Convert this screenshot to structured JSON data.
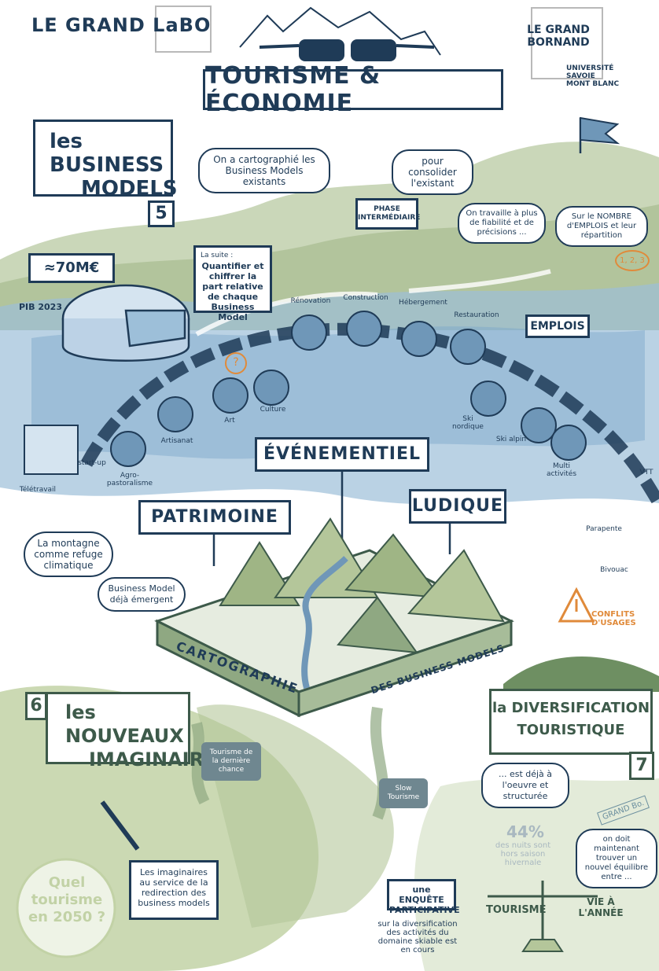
{
  "header": {
    "logo_left": "LE GRAND LaBO",
    "title": "TOURISME & ÉCONOMIE",
    "logo_right_line1": "LE GRAND",
    "logo_right_line2": "BORNAND",
    "university_line1": "UNIVERSITÉ",
    "university_line2": "SAVOIE",
    "university_line3": "MONT BLANC"
  },
  "business_models": {
    "title_line1": "les BUSINESS",
    "title_line2": "MODELS",
    "number": "5",
    "bubble_mapped": "On a cartographié les Business Models existants",
    "bubble_consolidate": "pour consolider l'existant",
    "phase_sign": "PHASE INTERMÉDIAIRE",
    "next_label": "La suite :",
    "next_text": "Quantifier et chiffrer la part relative de chaque Business Model",
    "pie_value": "≈70M€",
    "pie_label": "PIB 2023"
  },
  "employment": {
    "bubble_reliability": "On travaille à plus de fiabilité et de précisions ...",
    "bubble_number": "Sur le NOMBRE d'EMPLOIS et leur répartition",
    "badge": "EMPLOIS",
    "steps": "1, 2, 3"
  },
  "activities": {
    "renovation": "Rénovation",
    "construction": "Construction",
    "hebergement": "Hébergement",
    "restauration": "Restauration",
    "culture": "Culture",
    "art": "Art",
    "artisanat": "Artisanat",
    "startup": "start-up",
    "agro": "Agro-pastoralisme",
    "teletravail": "Télétravail",
    "ski_nordique": "Ski nordique",
    "ski_alpin": "Ski alpin",
    "multi": "Multi activités",
    "vtt": "VTT",
    "parapente": "Parapente",
    "bivouac": "Bivouac",
    "question": "?"
  },
  "categories": {
    "evenementiel": "ÉVÉNEMENTIEL",
    "patrimoine": "PATRIMOINE",
    "ludique": "LUDIQUE"
  },
  "climate": {
    "refuge": "La montagne comme refuge climatique",
    "emergent": "Business Model déjà émergent"
  },
  "map": {
    "label_left": "CARTOGRAPHIE",
    "label_right": "DES BUSINESS MODELS"
  },
  "conflicts": "CONFLITS D'USAGES",
  "imaginaires": {
    "number": "6",
    "title_line1": "les NOUVEAUX",
    "title_line2": "IMAGINAIRES",
    "bubble_last_chance": "Tourisme de la dernière chance",
    "bubble_slow": "Slow Tourisme",
    "box_text": "Les imaginaires au service de la redirection des business models",
    "question": "Quel tourisme en 2050 ?"
  },
  "diversification": {
    "title_line1": "la DIVERSIFICATION",
    "title_line2": "TOURISTIQUE",
    "number": "7",
    "bubble_already": "... est déjà à l'oeuvre et structurée",
    "bubble_balance": "on doit maintenant trouver un nouvel équilibre entre ...",
    "grand_bo": "GRAND Bo.",
    "stat_value": "44%",
    "stat_text": "des nuits sont hors saison hivernale",
    "survey": "une ENQUÊTE PARTICIPATIVE",
    "survey_detail": "sur la diversification des activités du domaine skiable est en cours",
    "scale_left": "TOURISME",
    "scale_right": "VIE À L'ANNÉE"
  }
}
